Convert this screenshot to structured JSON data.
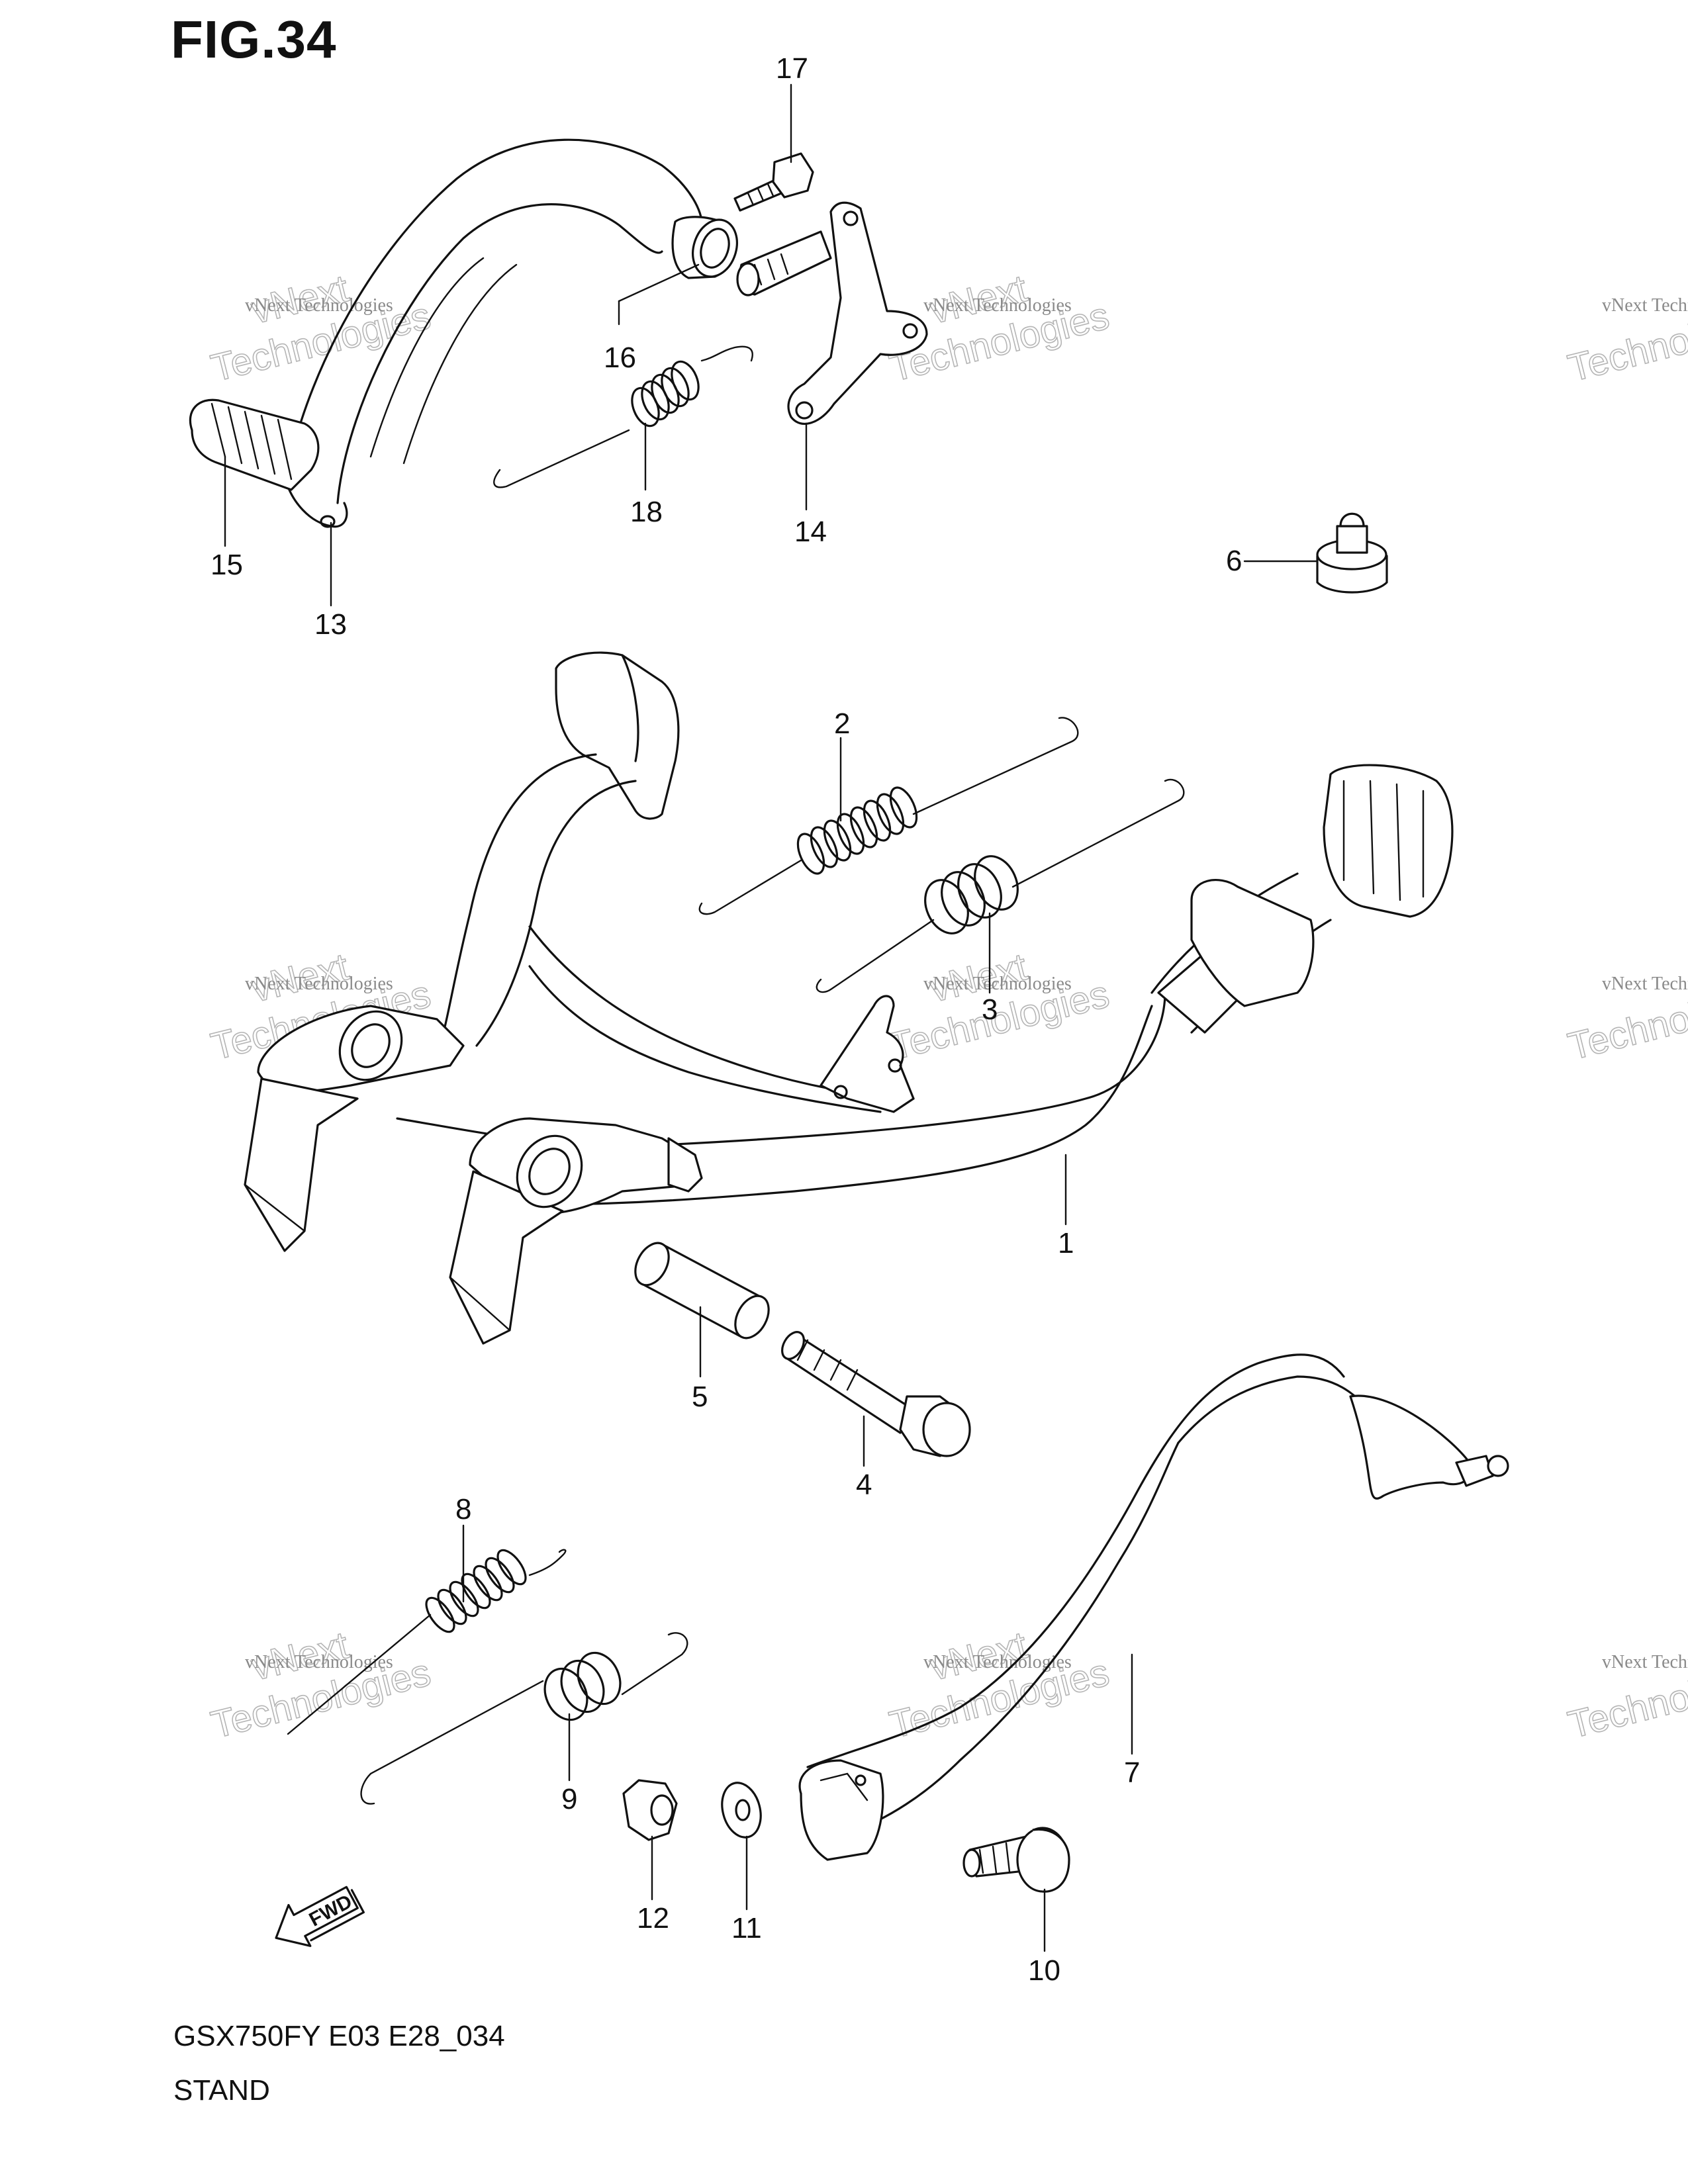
{
  "figure_title": "FIG.34",
  "model_code": "GSX750FY E03 E28_034",
  "section_name": "STAND",
  "watermark": {
    "line1": "vNext Technologies",
    "line2": "Technologies",
    "line3": "vNext"
  },
  "fwd_label": "FWD",
  "part_labels": {
    "p1": "1",
    "p2": "2",
    "p3": "3",
    "p4": "4",
    "p5": "5",
    "p6": "6",
    "p7": "7",
    "p8": "8",
    "p9": "9",
    "p10": "10",
    "p11": "11",
    "p12": "12",
    "p13": "13",
    "p14": "14",
    "p15": "15",
    "p16": "16",
    "p17": "17",
    "p18": "18"
  }
}
